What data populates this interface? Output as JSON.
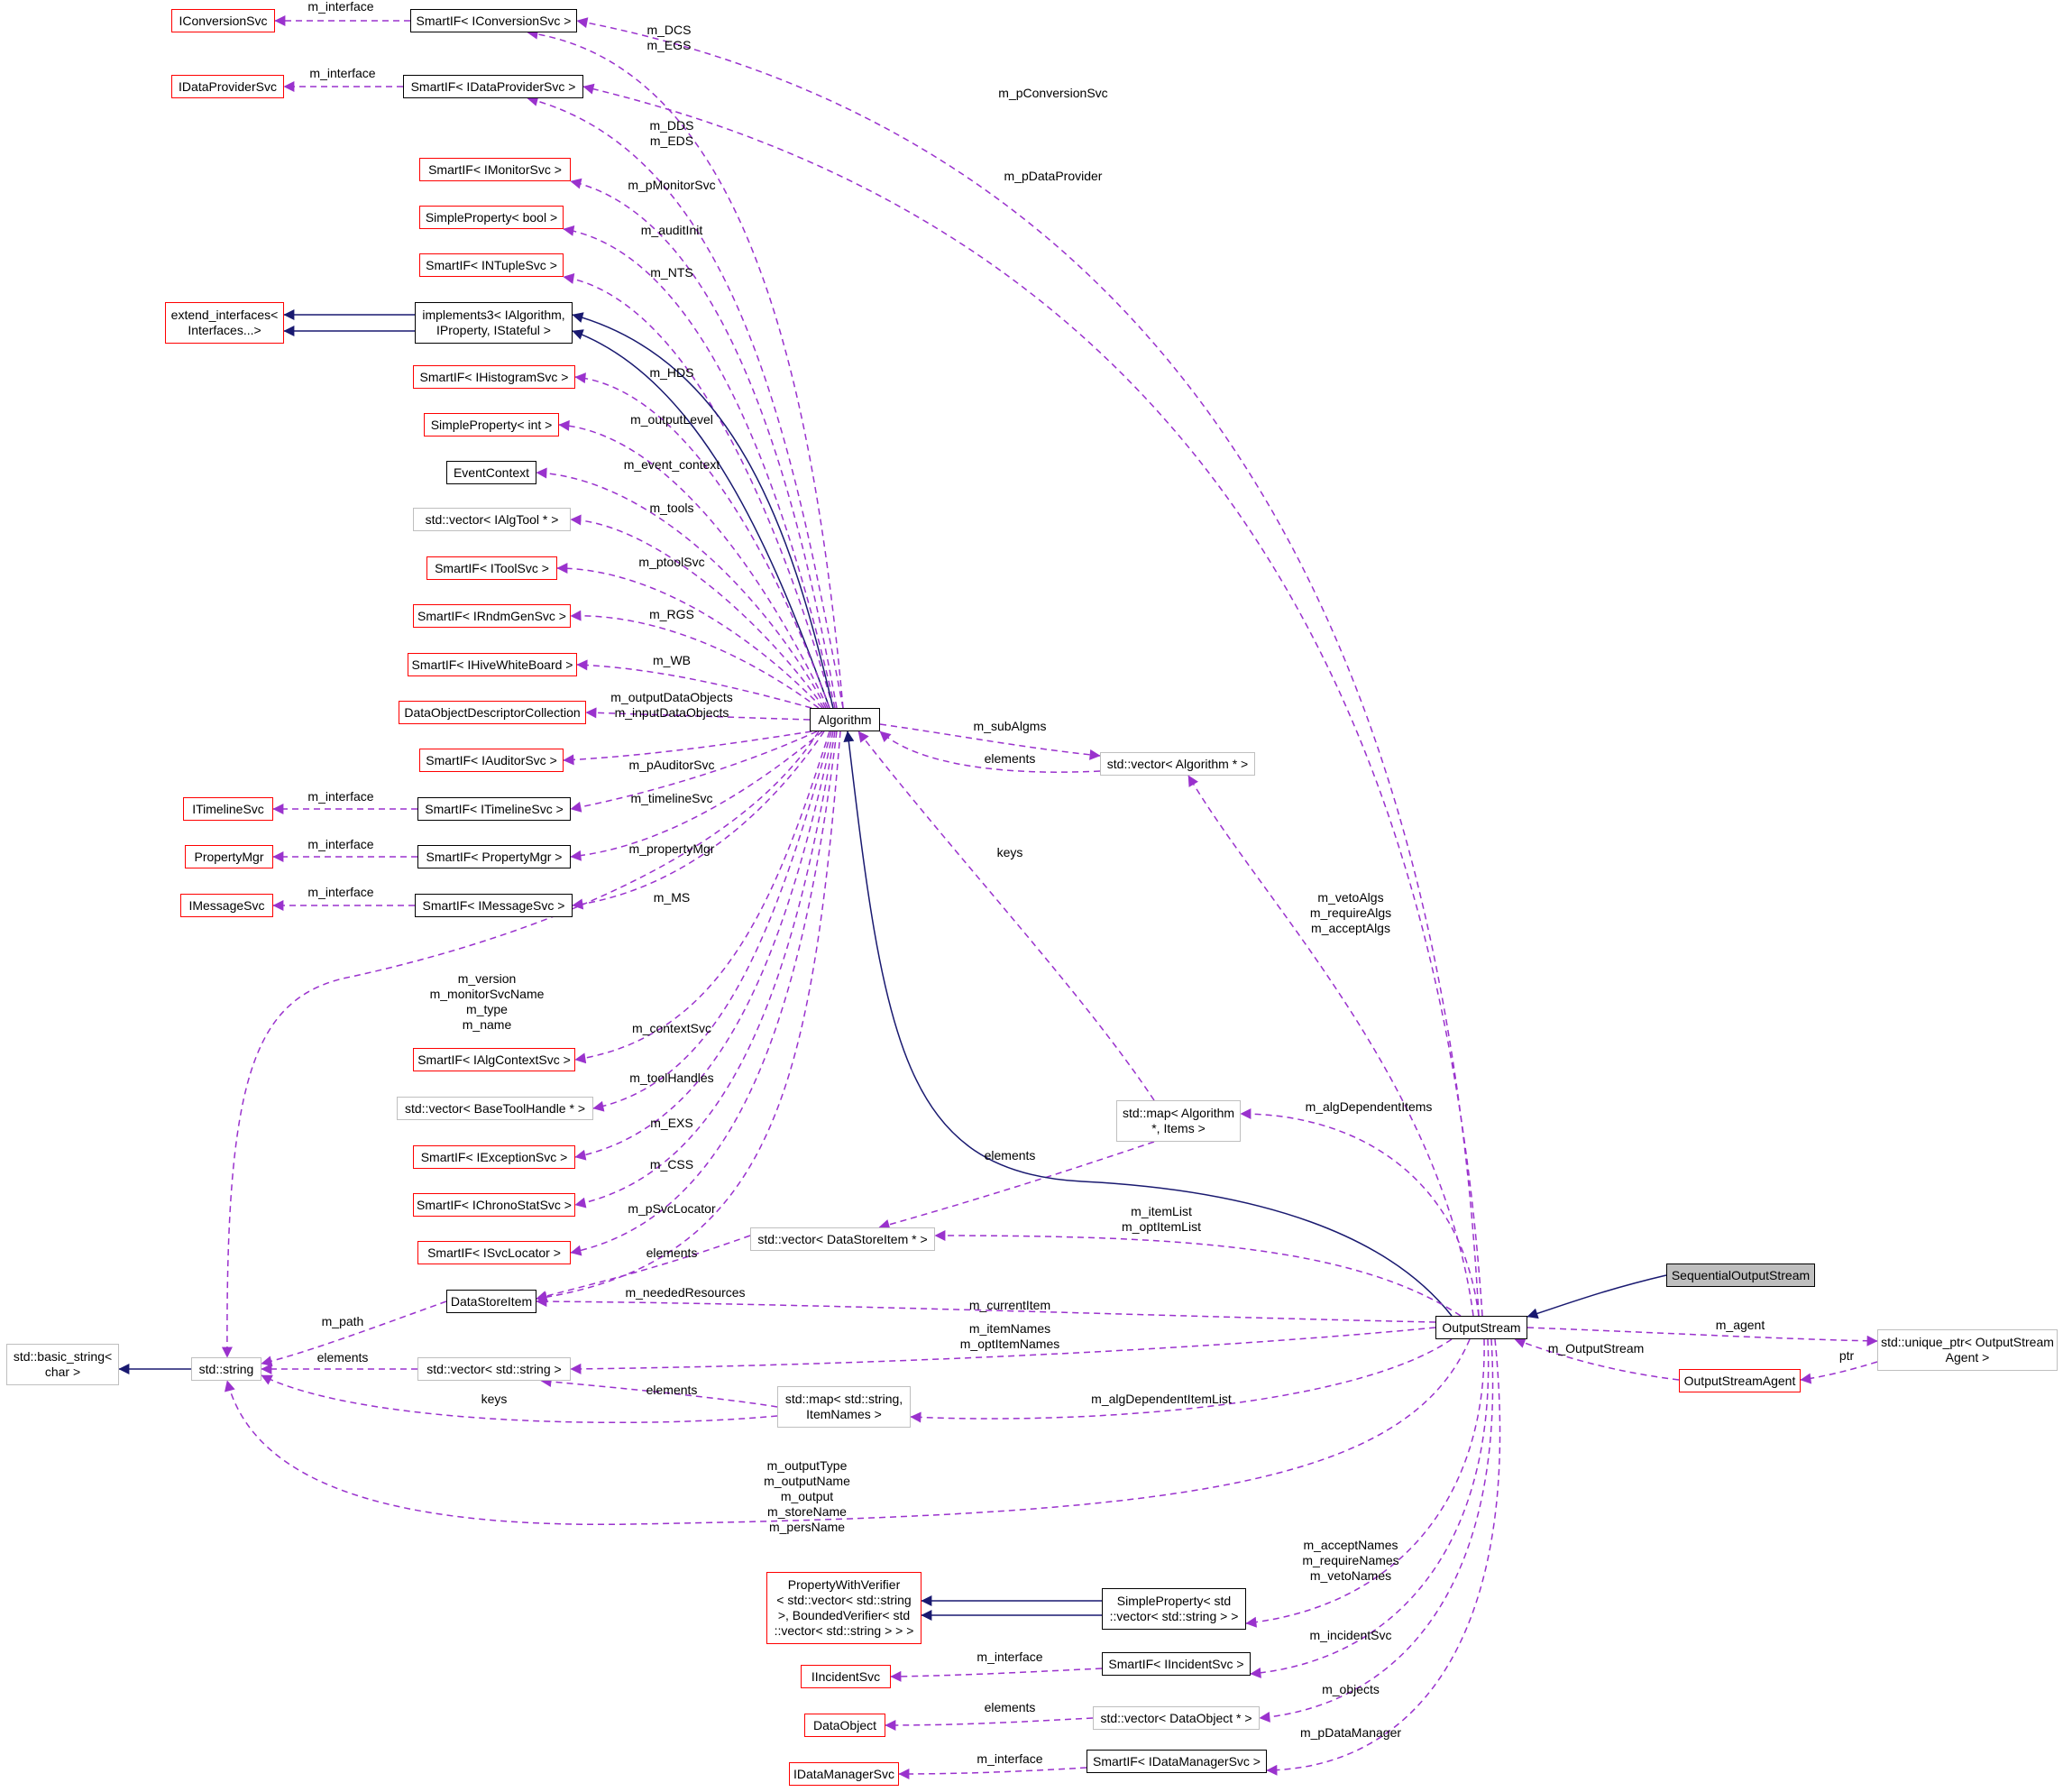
{
  "diagram": {
    "colors": {
      "inheritance": "#191970",
      "usage": "#9a32cd",
      "border_documented": "#000000",
      "border_undocumented": "#ff0000",
      "border_external": "#bfbfbf",
      "highlight_fill": "#bfbfbf"
    },
    "nodes": [
      {
        "id": "IConversionSvc",
        "label": "IConversionSvc",
        "kind": "red"
      },
      {
        "id": "SIF_IConversionSvc",
        "label": "SmartIF< IConversionSvc >",
        "kind": "black"
      },
      {
        "id": "IDataProviderSvc",
        "label": "IDataProviderSvc",
        "kind": "red"
      },
      {
        "id": "SIF_IDataProviderSvc",
        "label": "SmartIF< IDataProviderSvc >",
        "kind": "black"
      },
      {
        "id": "SIF_IMonitorSvc",
        "label": "SmartIF< IMonitorSvc >",
        "kind": "red"
      },
      {
        "id": "SP_bool",
        "label": "SimpleProperty< bool >",
        "kind": "red"
      },
      {
        "id": "SIF_INTupleSvc",
        "label": "SmartIF< INTupleSvc >",
        "kind": "red"
      },
      {
        "id": "extend_interfaces",
        "label": "extend_interfaces<\nInterfaces...>",
        "kind": "red"
      },
      {
        "id": "implements3",
        "label": "implements3< IAlgorithm,\nIProperty, IStateful >",
        "kind": "black"
      },
      {
        "id": "SIF_IHistogramSvc",
        "label": "SmartIF< IHistogramSvc >",
        "kind": "red"
      },
      {
        "id": "SP_int",
        "label": "SimpleProperty< int >",
        "kind": "red"
      },
      {
        "id": "EventContext",
        "label": "EventContext",
        "kind": "black"
      },
      {
        "id": "vec_IAlgTool",
        "label": "std::vector< IAlgTool * >",
        "kind": "gray"
      },
      {
        "id": "SIF_IToolSvc",
        "label": "SmartIF< IToolSvc >",
        "kind": "red"
      },
      {
        "id": "SIF_IRndmGenSvc",
        "label": "SmartIF< IRndmGenSvc >",
        "kind": "red"
      },
      {
        "id": "SIF_IHiveWhiteBoard",
        "label": "SmartIF< IHiveWhiteBoard >",
        "kind": "red"
      },
      {
        "id": "DODC",
        "label": "DataObjectDescriptorCollection",
        "kind": "red"
      },
      {
        "id": "SIF_IAuditorSvc",
        "label": "SmartIF< IAuditorSvc >",
        "kind": "red"
      },
      {
        "id": "ITimelineSvc",
        "label": "ITimelineSvc",
        "kind": "red"
      },
      {
        "id": "SIF_ITimelineSvc",
        "label": "SmartIF< ITimelineSvc >",
        "kind": "black"
      },
      {
        "id": "PropertyMgr",
        "label": "PropertyMgr",
        "kind": "red"
      },
      {
        "id": "SIF_PropertyMgr",
        "label": "SmartIF< PropertyMgr >",
        "kind": "black"
      },
      {
        "id": "IMessageSvc",
        "label": "IMessageSvc",
        "kind": "red"
      },
      {
        "id": "SIF_IMessageSvc",
        "label": "SmartIF< IMessageSvc >",
        "kind": "black"
      },
      {
        "id": "Algorithm",
        "label": "Algorithm",
        "kind": "black"
      },
      {
        "id": "vec_Algorithm",
        "label": "std::vector< Algorithm * >",
        "kind": "gray"
      },
      {
        "id": "SIF_IAlgContextSvc",
        "label": "SmartIF< IAlgContextSvc >",
        "kind": "red"
      },
      {
        "id": "vec_BaseToolHandle",
        "label": "std::vector< BaseToolHandle * >",
        "kind": "gray"
      },
      {
        "id": "SIF_IExceptionSvc",
        "label": "SmartIF< IExceptionSvc >",
        "kind": "red"
      },
      {
        "id": "SIF_IChronoStatSvc",
        "label": "SmartIF< IChronoStatSvc >",
        "kind": "red"
      },
      {
        "id": "SIF_ISvcLocator",
        "label": "SmartIF< ISvcLocator >",
        "kind": "red"
      },
      {
        "id": "map_Algorithm_Items",
        "label": "std::map< Algorithm\n*, Items >",
        "kind": "gray"
      },
      {
        "id": "vec_DataStoreItem",
        "label": "std::vector< DataStoreItem * >",
        "kind": "gray"
      },
      {
        "id": "DataStoreItem",
        "label": "DataStoreItem",
        "kind": "black"
      },
      {
        "id": "basic_string",
        "label": "std::basic_string<\nchar >",
        "kind": "gray"
      },
      {
        "id": "std_string",
        "label": "std::string",
        "kind": "gray"
      },
      {
        "id": "vec_string",
        "label": "std::vector< std::string >",
        "kind": "gray"
      },
      {
        "id": "map_string_ItemNames",
        "label": "std::map< std::string,\nItemNames >",
        "kind": "gray"
      },
      {
        "id": "SequentialOutputStream",
        "label": "SequentialOutputStream",
        "kind": "hi"
      },
      {
        "id": "OutputStream",
        "label": "OutputStream",
        "kind": "black"
      },
      {
        "id": "unique_ptr_Agent",
        "label": "std::unique_ptr< OutputStream\nAgent >",
        "kind": "gray"
      },
      {
        "id": "OutputStreamAgent",
        "label": "OutputStreamAgent",
        "kind": "red"
      },
      {
        "id": "PropertyWithVerifier",
        "label": "PropertyWithVerifier\n< std::vector< std::string\n>, BoundedVerifier< std\n::vector< std::string > > >",
        "kind": "red"
      },
      {
        "id": "SP_vec_string",
        "label": "SimpleProperty< std\n::vector< std::string > >",
        "kind": "black"
      },
      {
        "id": "IIncidentSvc",
        "label": "IIncidentSvc",
        "kind": "red"
      },
      {
        "id": "SIF_IIncidentSvc",
        "label": "SmartIF< IIncidentSvc >",
        "kind": "black"
      },
      {
        "id": "DataObject",
        "label": "DataObject",
        "kind": "red"
      },
      {
        "id": "vec_DataObject",
        "label": "std::vector< DataObject * >",
        "kind": "gray"
      },
      {
        "id": "IDataManagerSvc",
        "label": "IDataManagerSvc",
        "kind": "red"
      },
      {
        "id": "SIF_IDataManagerSvc",
        "label": "SmartIF< IDataManagerSvc >",
        "kind": "black"
      }
    ],
    "edges": [
      {
        "id": "e1",
        "kind": "usage",
        "label": "m_interface"
      },
      {
        "id": "e2",
        "kind": "usage",
        "label": "m_DCS\nm_EGS"
      },
      {
        "id": "e3",
        "kind": "usage",
        "label": "m_pConversionSvc"
      },
      {
        "id": "e4",
        "kind": "usage",
        "label": "m_interface"
      },
      {
        "id": "e5",
        "kind": "usage",
        "label": "m_DDS\nm_EDS"
      },
      {
        "id": "e6",
        "kind": "usage",
        "label": "m_pDataProvider"
      },
      {
        "id": "e7",
        "kind": "usage",
        "label": "m_pMonitorSvc"
      },
      {
        "id": "e8",
        "kind": "usage",
        "label": "m_auditInit"
      },
      {
        "id": "e9",
        "kind": "usage",
        "label": "m_NTS"
      },
      {
        "id": "e10",
        "kind": "inherit",
        "label": ""
      },
      {
        "id": "e11",
        "kind": "inherit",
        "label": ""
      },
      {
        "id": "e12",
        "kind": "inherit",
        "label": ""
      },
      {
        "id": "e13",
        "kind": "inherit",
        "label": ""
      },
      {
        "id": "e14",
        "kind": "usage",
        "label": "m_HDS"
      },
      {
        "id": "e15",
        "kind": "usage",
        "label": "m_outputLevel"
      },
      {
        "id": "e16",
        "kind": "usage",
        "label": "m_event_context"
      },
      {
        "id": "e17",
        "kind": "usage",
        "label": "m_tools"
      },
      {
        "id": "e18",
        "kind": "usage",
        "label": "m_ptoolSvc"
      },
      {
        "id": "e19",
        "kind": "usage",
        "label": "m_RGS"
      },
      {
        "id": "e20",
        "kind": "usage",
        "label": "m_WB"
      },
      {
        "id": "e21",
        "kind": "usage",
        "label": "m_outputDataObjects\nm_inputDataObjects"
      },
      {
        "id": "e22",
        "kind": "usage",
        "label": "m_pAuditorSvc"
      },
      {
        "id": "e23",
        "kind": "usage",
        "label": "m_timelineSvc"
      },
      {
        "id": "e24",
        "kind": "usage",
        "label": "m_interface"
      },
      {
        "id": "e25",
        "kind": "usage",
        "label": "m_propertyMgr"
      },
      {
        "id": "e26",
        "kind": "usage",
        "label": "m_interface"
      },
      {
        "id": "e27",
        "kind": "usage",
        "label": "m_MS"
      },
      {
        "id": "e28",
        "kind": "usage",
        "label": "m_interface"
      },
      {
        "id": "e29",
        "kind": "usage",
        "label": "m_subAlgms"
      },
      {
        "id": "e30",
        "kind": "usage",
        "label": "elements"
      },
      {
        "id": "e31",
        "kind": "usage",
        "label": "keys"
      },
      {
        "id": "e32",
        "kind": "usage",
        "label": "m_vetoAlgs\nm_requireAlgs\nm_acceptAlgs"
      },
      {
        "id": "e33",
        "kind": "usage",
        "label": "m_version\nm_monitorSvcName\nm_type\nm_name"
      },
      {
        "id": "e34",
        "kind": "usage",
        "label": "m_contextSvc"
      },
      {
        "id": "e35",
        "kind": "usage",
        "label": "m_toolHandles"
      },
      {
        "id": "e36",
        "kind": "usage",
        "label": "m_EXS"
      },
      {
        "id": "e37",
        "kind": "usage",
        "label": "m_CSS"
      },
      {
        "id": "e38",
        "kind": "usage",
        "label": "m_pSvcLocator"
      },
      {
        "id": "e39",
        "kind": "usage",
        "label": "m_algDependentItems"
      },
      {
        "id": "e40",
        "kind": "usage",
        "label": "elements"
      },
      {
        "id": "e41",
        "kind": "inherit",
        "label": ""
      },
      {
        "id": "e42",
        "kind": "usage",
        "label": "m_itemList\nm_optItemList"
      },
      {
        "id": "e43",
        "kind": "usage",
        "label": "elements"
      },
      {
        "id": "e44",
        "kind": "usage",
        "label": "m_neededResources"
      },
      {
        "id": "e45",
        "kind": "usage",
        "label": "m_currentItem"
      },
      {
        "id": "e46",
        "kind": "inherit",
        "label": ""
      },
      {
        "id": "e47",
        "kind": "usage",
        "label": "m_agent"
      },
      {
        "id": "e48",
        "kind": "usage",
        "label": "ptr"
      },
      {
        "id": "e49",
        "kind": "usage",
        "label": "m_OutputStream"
      },
      {
        "id": "e50",
        "kind": "inherit",
        "label": ""
      },
      {
        "id": "e51",
        "kind": "usage",
        "label": "m_path"
      },
      {
        "id": "e52",
        "kind": "usage",
        "label": "elements"
      },
      {
        "id": "e53",
        "kind": "usage",
        "label": "keys"
      },
      {
        "id": "e54",
        "kind": "usage",
        "label": "elements"
      },
      {
        "id": "e55",
        "kind": "usage",
        "label": "m_itemNames\nm_optItemNames"
      },
      {
        "id": "e56",
        "kind": "usage",
        "label": "m_algDependentItemList"
      },
      {
        "id": "e57",
        "kind": "usage",
        "label": "m_outputType\nm_outputName\nm_output\nm_storeName\nm_persName"
      },
      {
        "id": "e58",
        "kind": "inherit",
        "label": ""
      },
      {
        "id": "e59",
        "kind": "inherit",
        "label": ""
      },
      {
        "id": "e60",
        "kind": "usage",
        "label": "m_acceptNames\nm_requireNames\nm_vetoNames"
      },
      {
        "id": "e61",
        "kind": "usage",
        "label": "m_interface"
      },
      {
        "id": "e62",
        "kind": "usage",
        "label": "m_incidentSvc"
      },
      {
        "id": "e63",
        "kind": "usage",
        "label": "elements"
      },
      {
        "id": "e64",
        "kind": "usage",
        "label": "m_objects"
      },
      {
        "id": "e65",
        "kind": "usage",
        "label": "m_interface"
      },
      {
        "id": "e66",
        "kind": "usage",
        "label": "m_pDataManager"
      }
    ]
  }
}
